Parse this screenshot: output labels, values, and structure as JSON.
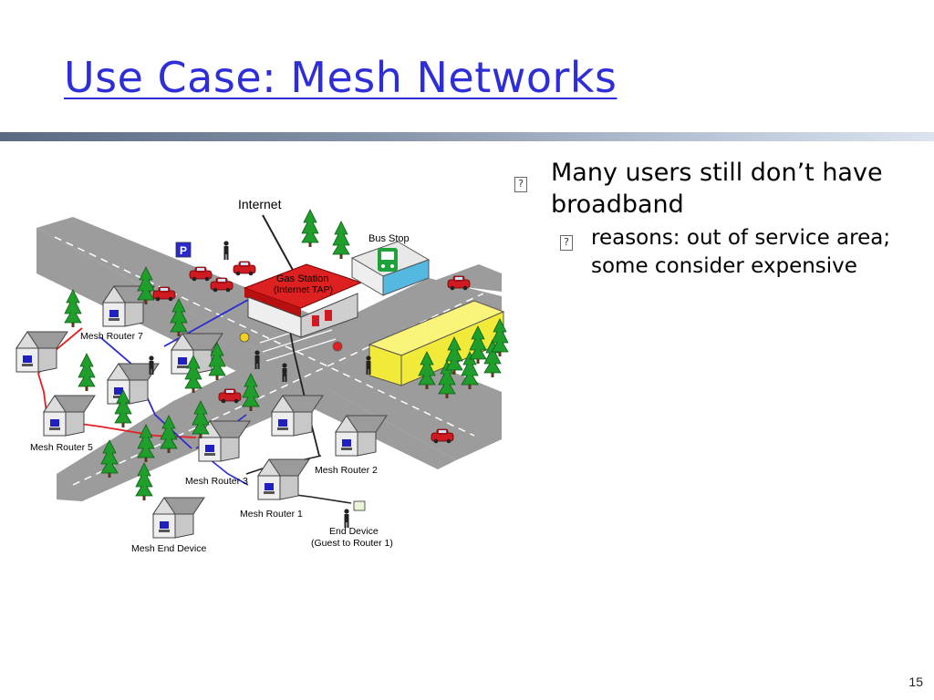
{
  "slide": {
    "title": "Use Case: Mesh Networks",
    "page_number": "15"
  },
  "bullets": [
    {
      "text": "Many users still don’t have broadband",
      "marker": "?",
      "sub": [
        {
          "text": "reasons: out of service area; some consider expensive",
          "marker": "?"
        }
      ]
    }
  ],
  "diagram": {
    "labels": {
      "internet": "Internet",
      "bus_stop": "Bus Stop",
      "gas_station": "Gas Station",
      "internet_tap": "(Internet TAP)",
      "mesh_router_7": "Mesh Router 7",
      "mesh_router_5": "Mesh Router 5",
      "mesh_router_3": "Mesh Router 3",
      "mesh_router_2": "Mesh Router 2",
      "mesh_router_1": "Mesh Router 1",
      "mesh_end_device": "Mesh End Device",
      "end_device": "End Device",
      "guest_to_router": "(Guest to Router 1)",
      "parking_sign": "P"
    },
    "colors": {
      "road": "#9c9c9c",
      "road_line": "#ffffff",
      "house_wall": "#eeeeee",
      "house_roof": "#9b9b9b",
      "tree": "#1f9e2c",
      "car": "#d01a22",
      "link_red": "#e42020",
      "link_blue": "#2a2ad0",
      "bus": "#f2ea38",
      "title": "#2e2ed8"
    }
  }
}
